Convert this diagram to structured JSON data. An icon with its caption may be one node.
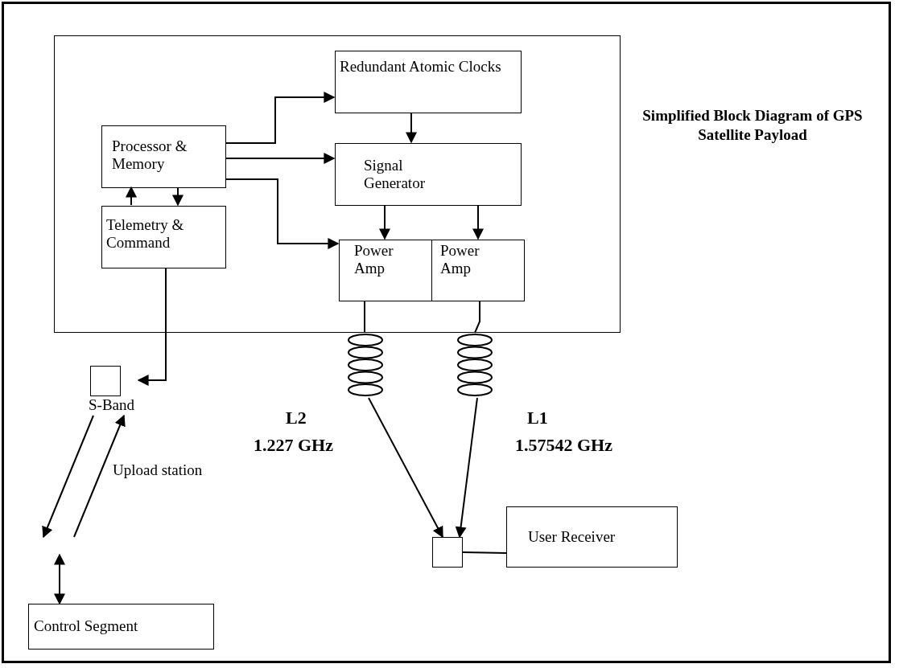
{
  "diagram": {
    "title": "Simplified Block Diagram of GPS Satellite Payload",
    "nodes": [
      {
        "text": [],
        "shape": "box"
      },
      {
        "text": [
          "Redundant Atomic Clocks"
        ],
        "in": 0
      },
      {
        "text": [
          "Processor & Memory"
        ],
        "in": 0
      },
      {
        "text": [
          "Signal Generator"
        ],
        "in": 0
      },
      {
        "text": [
          "Telemetry & Command"
        ],
        "in": 0
      },
      {
        "text": [
          "Power Amp"
        ],
        "in": 0
      },
      {
        "text": [
          "Power Amp"
        ],
        "in": 0
      },
      {
        "text": [],
        "shape": "coil",
        "beside": [
          "L2",
          "1.227 GHz"
        ]
      },
      {
        "text": [],
        "shape": "coil",
        "beside": [
          "L1",
          "1.57542 GHz"
        ]
      },
      {
        "text": [
          "S-Band"
        ]
      },
      {
        "text": [],
        "shape": "box"
      },
      {
        "text": [
          "User Receiver"
        ]
      },
      {
        "text": [
          "Control Segment"
        ]
      }
    ],
    "edges": [
      {
        "from": 2,
        "to": 1,
        "arrow": "to"
      },
      {
        "from": 2,
        "to": 3,
        "arrow": "to"
      },
      {
        "from": 2,
        "to": 5,
        "arrow": "to"
      },
      {
        "from": 1,
        "to": 3,
        "arrow": "to"
      },
      {
        "from": 4,
        "to": 2,
        "arrow": "to"
      },
      {
        "from": 2,
        "to": 4,
        "arrow": "to"
      },
      {
        "from": 3,
        "to": 5,
        "arrow": "to"
      },
      {
        "from": 3,
        "to": 6,
        "arrow": "to"
      },
      {
        "from": 5,
        "to": 7,
        "arrow": "none"
      },
      {
        "from": 6,
        "to": 8,
        "arrow": "none"
      },
      {
        "from": 4,
        "to": 9,
        "arrow": "to"
      },
      {
        "from": 7,
        "to": 10,
        "arrow": "to"
      },
      {
        "from": 8,
        "to": 10,
        "arrow": "to"
      },
      {
        "from": 10,
        "to": 11,
        "arrow": "none"
      },
      {
        "from": 9,
        "to": null,
        "arrow": "to"
      },
      {
        "from": null,
        "to": 9,
        "arrow": "to",
        "label": "Upload station"
      },
      {
        "from": null,
        "to": 12,
        "arrow": "both"
      }
    ]
  }
}
